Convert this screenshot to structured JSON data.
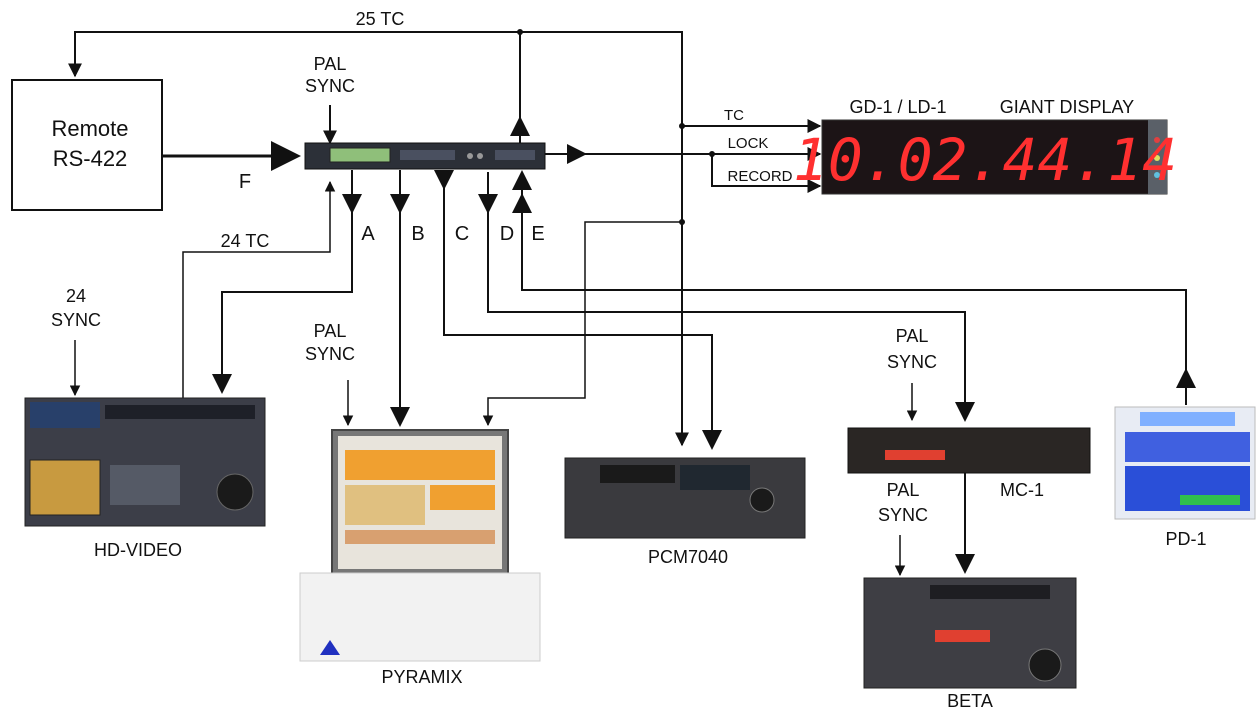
{
  "labels": {
    "tc25": "25 TC",
    "tc24": "24 TC",
    "remote_line1": "Remote",
    "remote_line2": "RS-422",
    "f": "F",
    "a": "A",
    "b": "B",
    "c": "C",
    "d": "D",
    "e": "E",
    "pal_sync_top_1": "PAL",
    "pal_sync_top_2": "SYNC",
    "sync24_1": "24",
    "sync24_2": "SYNC",
    "pal_sync_pyramix_1": "PAL",
    "pal_sync_pyramix_2": "SYNC",
    "pal_sync_mc1_1": "PAL",
    "pal_sync_mc1_2": "SYNC",
    "pal_sync_beta_1": "PAL",
    "pal_sync_beta_2": "SYNC",
    "tc": "TC",
    "lock": "LOCK",
    "record": "RECORD",
    "gd1": "GD-1 / LD-1",
    "giant_display": "GIANT DISPLAY",
    "timecode": "10.02.44.14",
    "hd_video": "HD-VIDEO",
    "pyramix": "PYRAMIX",
    "pcm7040": "PCM7040",
    "mc1": "MC-1",
    "beta": "BETA",
    "pd1": "PD-1"
  },
  "colors": {
    "wire": "#111111",
    "led_red": "#ff3030",
    "display_bg": "#1c1416",
    "pyramix_orange": "#f0a030",
    "pd1_blue": "#2a4fd8"
  }
}
